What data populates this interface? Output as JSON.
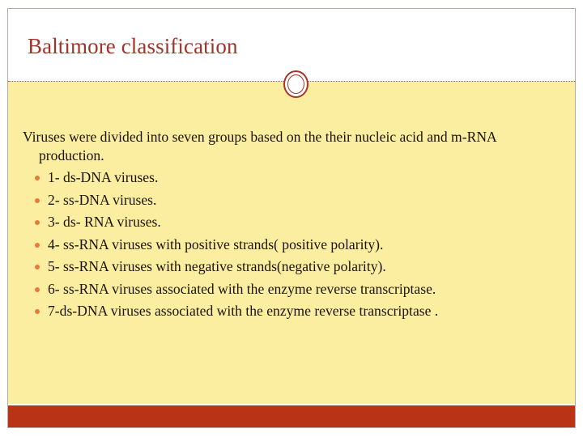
{
  "slide": {
    "title": "Baltimore classification",
    "lead_paragraph": "Viruses were divided into seven groups based on the their nucleic acid and m-RNA production.",
    "bullets": [
      "1- ds-DNA viruses.",
      "2- ss-DNA viruses.",
      "3- ds- RNA viruses.",
      "4- ss-RNA viruses with positive strands( positive polarity).",
      "5- ss-RNA viruses with negative  strands(negative polarity).",
      "6- ss-RNA viruses associated with the enzyme reverse transcriptase.",
      " 7-ds-DNA viruses associated with the enzyme reverse transcriptase ."
    ]
  },
  "theme": {
    "title_color": "#a33328",
    "body_background": "#fceea0",
    "accent_bar_color": "#b93317",
    "bullet_color": "#e8793c",
    "rule_color": "#b5513f",
    "text_color": "#1a1207"
  }
}
